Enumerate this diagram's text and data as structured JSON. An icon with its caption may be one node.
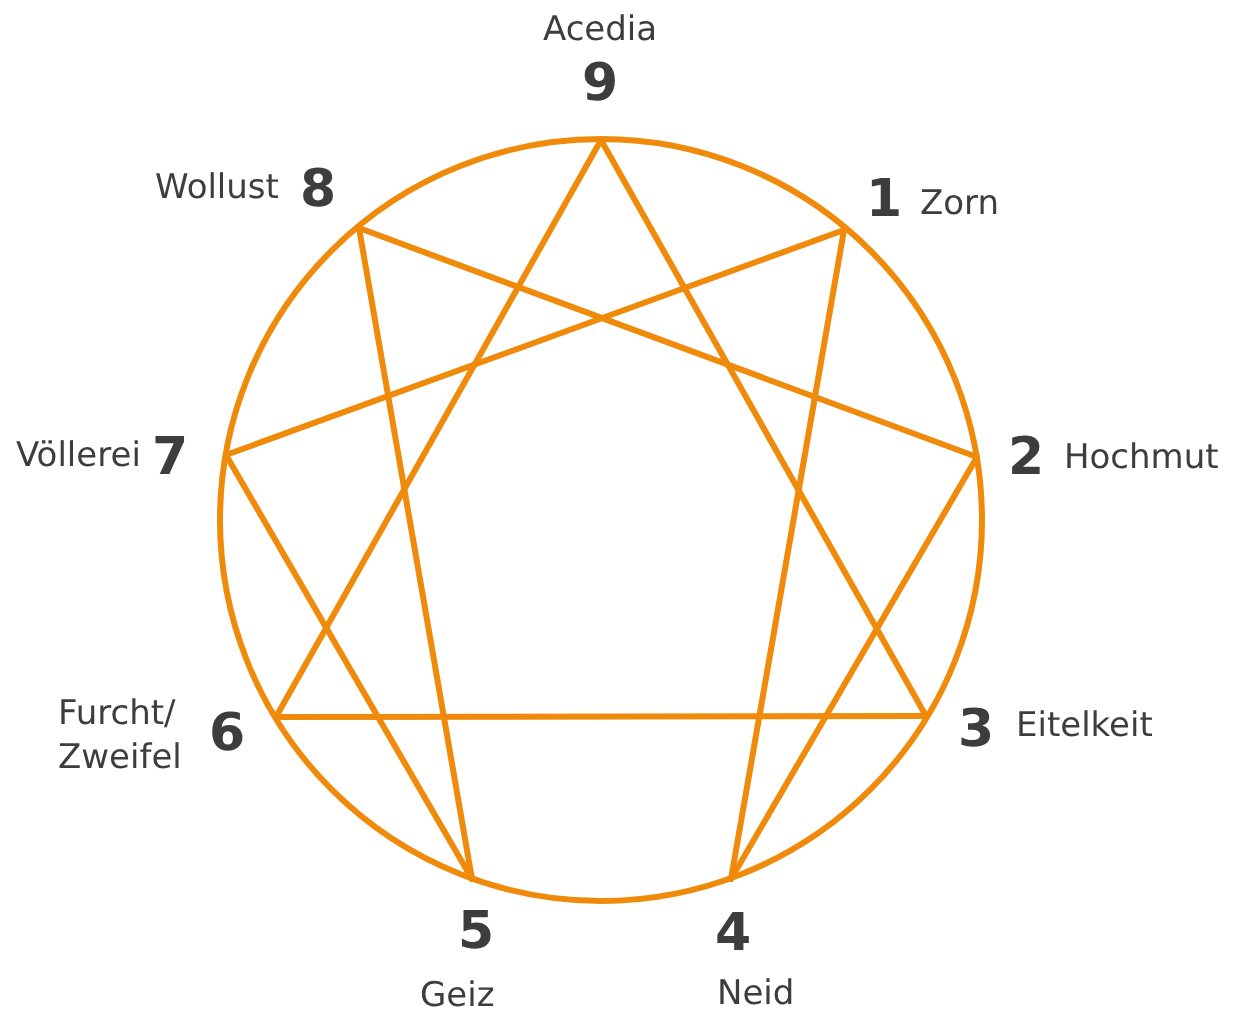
{
  "diagram": {
    "nodes": [
      {
        "text": [
          "9"
        ],
        "beside": [
          "Acedia"
        ]
      },
      {
        "text": [
          "8"
        ],
        "beside": [
          "Wollust"
        ]
      },
      {
        "text": [
          "1"
        ],
        "beside": [
          "Zorn"
        ]
      },
      {
        "text": [
          "7"
        ],
        "beside": [
          "Völlerei"
        ]
      },
      {
        "text": [
          "2"
        ],
        "beside": [
          "Hochmut"
        ]
      },
      {
        "text": [
          "6"
        ],
        "beside": [
          "Furcht/ Zweifel"
        ]
      },
      {
        "text": [
          "3"
        ],
        "beside": [
          "Eitelkeit"
        ]
      },
      {
        "text": [
          "5"
        ],
        "beside": [
          "Geiz"
        ]
      },
      {
        "text": [
          "4"
        ],
        "beside": [
          "Neid"
        ]
      }
    ],
    "edges": [
      {
        "from": 2,
        "to": 8,
        "arrow": "none"
      },
      {
        "from": 8,
        "to": 4,
        "arrow": "none"
      },
      {
        "from": 4,
        "to": 1,
        "arrow": "none"
      },
      {
        "from": 1,
        "to": 7,
        "arrow": "none"
      },
      {
        "from": 7,
        "to": 3,
        "arrow": "none"
      },
      {
        "from": 3,
        "to": 2,
        "arrow": "none"
      },
      {
        "from": 0,
        "to": 6,
        "arrow": "none"
      },
      {
        "from": 6,
        "to": 5,
        "arrow": "none"
      },
      {
        "from": 5,
        "to": 0,
        "arrow": "none"
      }
    ]
  }
}
